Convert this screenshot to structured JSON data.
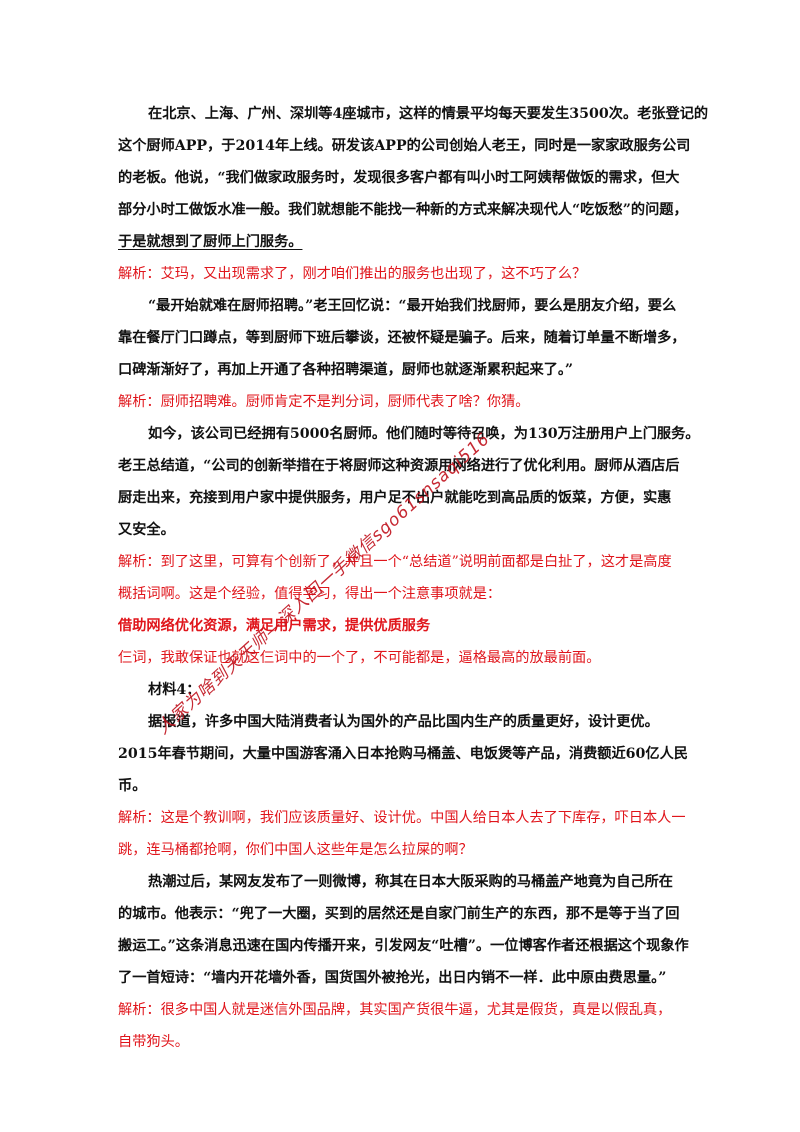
{
  "p1": [
    "在北京、上海、广州、深圳等4座城市，这样的情景平均每天要发生3500次。老张登记的",
    "这个厨师APP，于2014年上线。研发该APP的公司创始人老王，同时是一家家政服务公司",
    "的老板。他说，“我们做家政服务时，发现很多客户都有叫小时工阿姨帮做饭的需求，但大",
    "部分小时工做饭水准一般。我们就想能不能找一种新的方式来解决现代人“吃饭愁”的问题，",
    "于是就想到了厨师上门服务。"
  ],
  "n1": [
    "解析：艾玛，又出现需求了，刚才咱们推出的服务也出现了，这不巧了么？"
  ],
  "p2": [
    "“最开始就难在厨师招聘。”老王回忆说：“最开始我们找厨师，要么是朋友介绍，要么",
    "靠在餐厅门口蹲点，等到厨师下班后攀谈，还被怀疑是骗子。后来，随着订单量不断增多，",
    "口碑渐渐好了，再加上开通了各种招聘渠道，厨师也就逐渐累积起来了。”"
  ],
  "n2": [
    "解析：厨师招聘难。厨师肯定不是判分词，厨师代表了啥？你猜。"
  ],
  "p3": [
    "如今，该公司已经拥有5000名厨师。他们随时等待召唤，为130万注册用户上门服务。",
    "老王总结道，“公司的创新举措在于将厨师这种资源用网络进行了优化利用。厨师从酒店后",
    "厨走出来，充接到用户家中提供服务，用户足不出户就能吃到高品质的饭菜，方便，实惠",
    "又安全。"
  ],
  "n3": [
    "解析：到了这里，可算有个创新了，并且一个“总结道”说明前面都是白扯了，这才是高度",
    "概括词啊。这是个经验，值得学习，得出一个注意事项就是："
  ],
  "em1": "借助网络优化资源，满足用户需求，提供优质服务",
  "n4": "仨词，我敢保证也就这仨词中的一个了，不可能都是，逼格最高的放最前面。",
  "m4": "材料4：",
  "p4": [
    "据报道，许多中国大陆消费者认为国外的产品比国内生产的质量更好，设计更优。",
    "2015年春节期间，大量中国游客涌入日本抢购马桶盖、电饭煲等产品，消费额近60亿人民",
    "币。"
  ],
  "n5": [
    "解析：这是个教训啊，我们应该质量好、设计优。中国人给日本人去了下库存，吓日本人一",
    "跳，连马桶都抢啊，你们中国人这些年是怎么拉屎的啊？"
  ],
  "p5": [
    "热潮过后，某网友发布了一则微博，称其在日本大阪采购的马桶盖产地竟为自己所在",
    "的城市。他表示：“兜了一大圈，买到的居然还是自家门前生产的东西，那不是等于当了回",
    "搬运工。”这条消息迅速在国内传播开来，引发网友“吐槽”。一位博客作者还根据这个现象作",
    "了一首短诗：“墙内开花墙外香，国货国外被抢光，出日内销不一样．此中原由费思量。”"
  ],
  "n6": [
    "解析：很多中国人就是迷信外国品牌，其实国产货很牛逼，尤其是假货，真是以假乱真，",
    "自带狗头。"
  ],
  "watermark": "人家为啥到天天师—深入回一手微信sgo61snsaqi516"
}
